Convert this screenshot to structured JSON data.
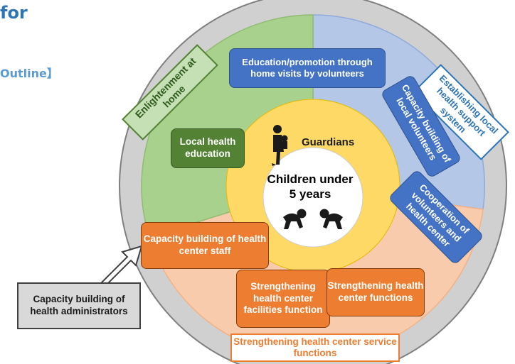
{
  "header": {
    "title_fragment": "for",
    "outline_fragment": "Outline】"
  },
  "center": {
    "guardians": "Guardians",
    "children": "Children under 5 years"
  },
  "sectors": {
    "green_label": "Enlightenment at home",
    "blue_label": "Establishing local health support system",
    "orange_label": "Strengthening health center service functions"
  },
  "boxes": {
    "education_promotion": "Education/promotion through home visits by volunteers",
    "capacity_local_volunteers": "Capacity building of local volunteers",
    "cooperation": "Cooperation of volunteers and health center",
    "local_health_education": "Local health education",
    "capacity_health_center_staff": "Capacity building of health center staff",
    "strengthening_facilities": "Strengthening health center facilities function",
    "strengthening_functions": "Strengthening health center functions",
    "capacity_health_admin": "Capacity building of health administrators"
  },
  "icons": {
    "guardian": "parent-with-baby-icon",
    "children": "crawling-babies-icon"
  },
  "colors": {
    "green_sector": "#a9d18e",
    "blue_sector": "#b4c7e7",
    "orange_sector": "#f8cbad",
    "outer_ring": "#d0d0d0",
    "middle_circle": "#ffd966",
    "inner_circle": "#ffffff",
    "title_blue": "#2e75b6"
  }
}
